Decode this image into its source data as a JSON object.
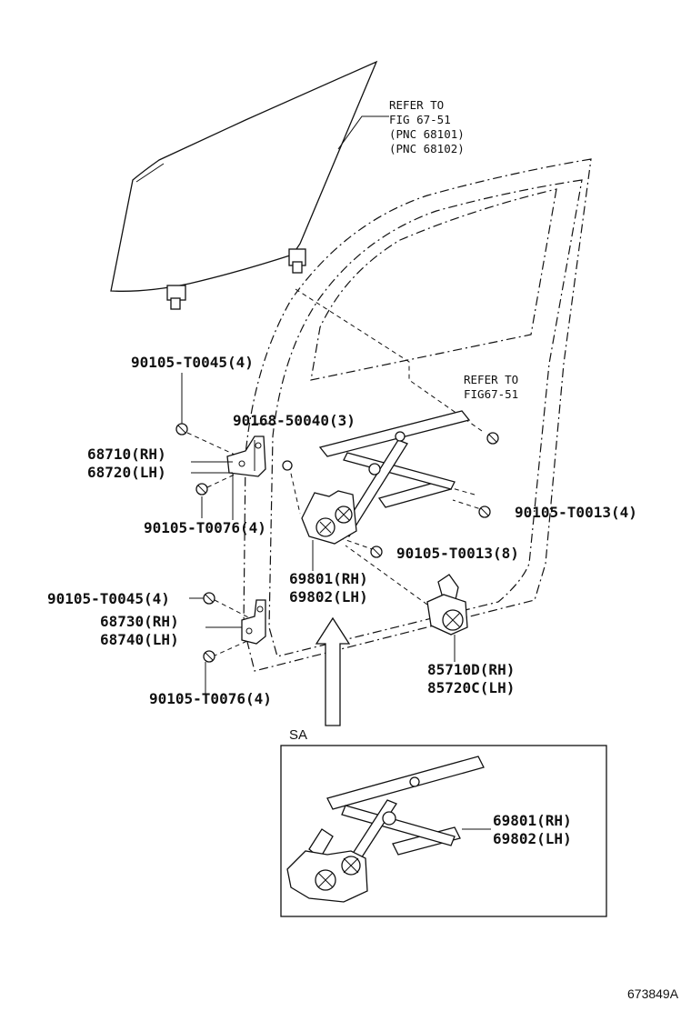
{
  "diagram_code": "673849A",
  "glass_reference": {
    "line1": "REFER TO",
    "line2": "FIG 67-51",
    "line3": "(PNC 68101)",
    "line4": "(PNC 68102)"
  },
  "regulator_reference": {
    "line1": "REFER TO",
    "line2": "FIG67-51"
  },
  "callouts": {
    "bolt_upper_hinge_top": "90105-T0045(4)",
    "screw_upper": "90168-50040(3)",
    "hinge_upper_rh": "68710(RH)",
    "hinge_upper_lh": "68720(LH)",
    "bolt_upper_hinge_bottom": "90105-T0076(4)",
    "bolt_regulator_right": "90105-T0013(4)",
    "bolt_regulator_center": "90105-T0013(8)",
    "regulator_rh": "69801(RH)",
    "regulator_lh": "69802(LH)",
    "bolt_lower_hinge_top": "90105-T0045(4)",
    "hinge_lower_rh": "68730(RH)",
    "hinge_lower_lh": "68740(LH)",
    "bolt_lower_hinge_bottom": "90105-T0076(4)",
    "motor_rh": "85710D(RH)",
    "motor_lh": "85720C(LH)"
  },
  "sa_box": {
    "label": "SA",
    "regulator_rh": "69801(RH)",
    "regulator_lh": "69802(LH)"
  }
}
